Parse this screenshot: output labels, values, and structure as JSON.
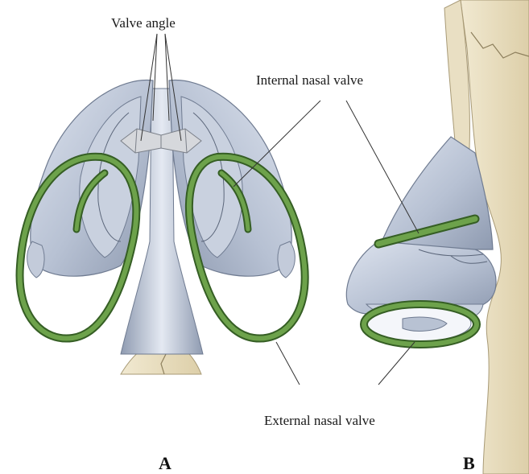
{
  "labels": {
    "valve_angle": "Valve angle",
    "internal_nasal_valve": "Internal nasal valve",
    "external_nasal_valve": "External nasal valve"
  },
  "panels": {
    "a": "A",
    "b": "B"
  },
  "colors": {
    "cartilage": "#b9c3d3",
    "cartilage_dark": "#8d99ad",
    "bone": "#ede3c8",
    "valve_ring": "#6da24b",
    "leader_line": "#333333"
  }
}
